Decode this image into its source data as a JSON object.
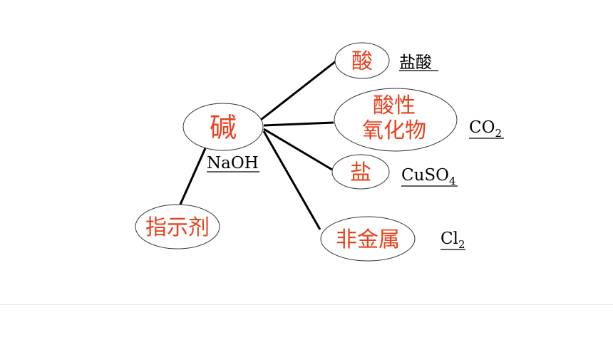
{
  "diagram": {
    "center": {
      "label": "碱",
      "example": "NaOH"
    },
    "indicator": {
      "label": "指示剂"
    },
    "branches": [
      {
        "label": "酸",
        "example": "盐酸"
      },
      {
        "label_line1": "酸性",
        "label_line2": "氧化物",
        "example_main": "CO",
        "example_sub": "2"
      },
      {
        "label": "盐",
        "example_main": "CuSO",
        "example_sub": "4"
      },
      {
        "label": "非金属",
        "example_main": "Cl",
        "example_sub": "2"
      }
    ],
    "colors": {
      "node_text": "#e8401c",
      "example_text": "#000000",
      "line": "#000000",
      "ellipse_stroke": "#333333"
    }
  }
}
